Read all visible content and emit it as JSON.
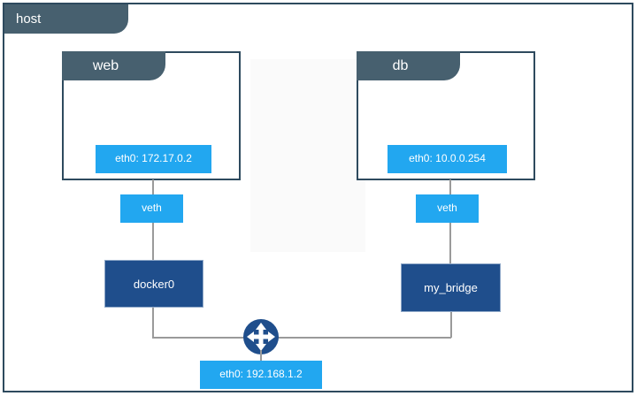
{
  "diagram": {
    "title": "host",
    "colors": {
      "frame_border": "#2e4a5e",
      "tab_fill": "#47606f",
      "badge_fill": "#22a7f0",
      "bridge_fill": "#1f4e8c",
      "line": "#9a9a9a"
    },
    "host": {
      "label": "host",
      "ip_badge": "eth0: 192.168.1.2"
    },
    "containers": [
      {
        "name": "web",
        "ip_badge": "eth0: 172.17.0.2",
        "veth_label": "veth",
        "bridge_label": "docker0"
      },
      {
        "name": "db",
        "ip_badge": "eth0: 10.0.0.254",
        "veth_label": "veth",
        "bridge_label": "my_bridge"
      }
    ],
    "icons": {
      "network_move": "four-way-arrow-icon"
    }
  }
}
